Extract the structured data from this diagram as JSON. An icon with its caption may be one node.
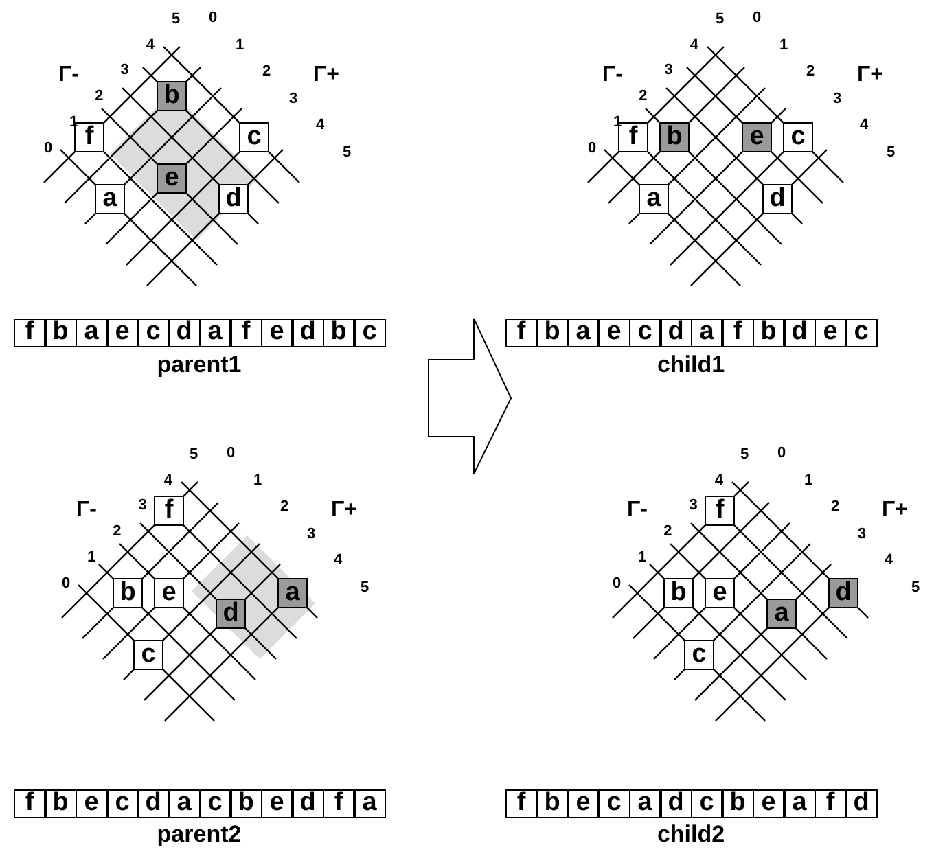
{
  "diagram": {
    "nodes": [
      {
        "text": [
          "b"
        ]
      },
      {
        "text": [
          "f"
        ]
      },
      {
        "text": [
          "c"
        ]
      },
      {
        "text": [
          "e"
        ]
      },
      {
        "text": [
          "a"
        ]
      },
      {
        "text": [
          "d"
        ]
      },
      {
        "text": [
          "f"
        ]
      },
      {
        "text": [
          "b"
        ]
      },
      {
        "text": [
          "e"
        ]
      },
      {
        "text": [
          "c"
        ]
      },
      {
        "text": [
          "a"
        ]
      },
      {
        "text": [
          "d"
        ]
      },
      {
        "text": [
          "f"
        ]
      },
      {
        "text": [
          "b"
        ]
      },
      {
        "text": [
          "e"
        ]
      },
      {
        "text": [
          "a"
        ]
      },
      {
        "text": [
          "d"
        ]
      },
      {
        "text": [
          "c"
        ]
      },
      {
        "text": [
          "f"
        ]
      },
      {
        "text": [
          "b"
        ]
      },
      {
        "text": [
          "e"
        ]
      },
      {
        "text": [
          "d"
        ]
      },
      {
        "text": [
          "a"
        ]
      },
      {
        "text": [
          "c"
        ]
      }
    ],
    "labels": [
      "Γ-",
      "Γ+",
      "0",
      "1",
      "2",
      "3",
      "4",
      "5",
      "0",
      "1",
      "2",
      "3",
      "4",
      "5",
      "f",
      "b",
      "a",
      "e",
      "c",
      "d",
      "a",
      "f",
      "e",
      "d",
      "b",
      "c",
      "parent1",
      "Γ-",
      "Γ+",
      "0",
      "1",
      "2",
      "3",
      "4",
      "5",
      "0",
      "1",
      "2",
      "3",
      "4",
      "5",
      "f",
      "b",
      "a",
      "e",
      "c",
      "d",
      "a",
      "f",
      "b",
      "d",
      "e",
      "c",
      "child1",
      "Γ-",
      "Γ+",
      "0",
      "1",
      "2",
      "3",
      "4",
      "5",
      "0",
      "1",
      "2",
      "3",
      "4",
      "5",
      "f",
      "b",
      "e",
      "c",
      "d",
      "a",
      "c",
      "b",
      "e",
      "d",
      "f",
      "a",
      "parent2",
      "Γ-",
      "Γ+",
      "0",
      "1",
      "2",
      "3",
      "4",
      "5",
      "0",
      "1",
      "2",
      "3",
      "4",
      "5",
      "f",
      "b",
      "e",
      "c",
      "a",
      "d",
      "c",
      "b",
      "e",
      "a",
      "f",
      "d",
      "child2"
    ]
  }
}
